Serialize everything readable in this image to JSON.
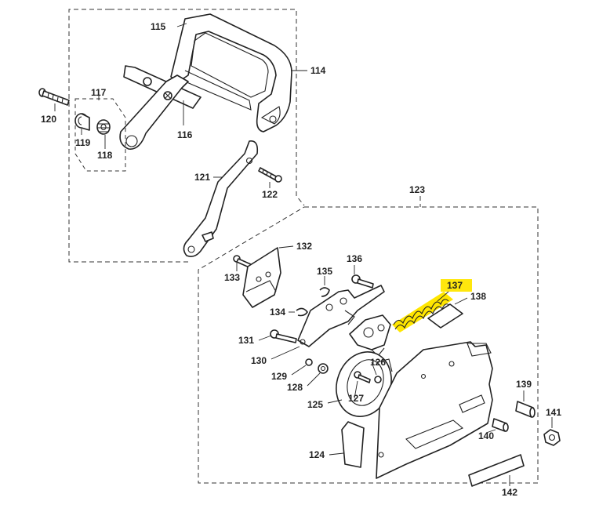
{
  "callouts": [
    {
      "id": "c114",
      "text": "114"
    },
    {
      "id": "c115",
      "text": "115"
    },
    {
      "id": "c116",
      "text": "116"
    },
    {
      "id": "c117",
      "text": "117"
    },
    {
      "id": "c118",
      "text": "118"
    },
    {
      "id": "c119",
      "text": "119"
    },
    {
      "id": "c120",
      "text": "120"
    },
    {
      "id": "c121",
      "text": "121"
    },
    {
      "id": "c122",
      "text": "122"
    },
    {
      "id": "c123",
      "text": "123"
    },
    {
      "id": "c124",
      "text": "124"
    },
    {
      "id": "c125",
      "text": "125"
    },
    {
      "id": "c126",
      "text": "126"
    },
    {
      "id": "c127",
      "text": "127"
    },
    {
      "id": "c128",
      "text": "128"
    },
    {
      "id": "c129",
      "text": "129"
    },
    {
      "id": "c130",
      "text": "130"
    },
    {
      "id": "c131",
      "text": "131"
    },
    {
      "id": "c132",
      "text": "132"
    },
    {
      "id": "c133",
      "text": "133"
    },
    {
      "id": "c134",
      "text": "134"
    },
    {
      "id": "c135",
      "text": "135"
    },
    {
      "id": "c136",
      "text": "136"
    },
    {
      "id": "c137",
      "text": "137"
    },
    {
      "id": "c138",
      "text": "138"
    },
    {
      "id": "c139",
      "text": "139"
    },
    {
      "id": "c140",
      "text": "140"
    },
    {
      "id": "c141",
      "text": "141"
    },
    {
      "id": "c142",
      "text": "142"
    }
  ],
  "colors": {
    "line": "#222222",
    "highlight": "#ffe600",
    "background": "#ffffff"
  },
  "highlighted_part": "137"
}
